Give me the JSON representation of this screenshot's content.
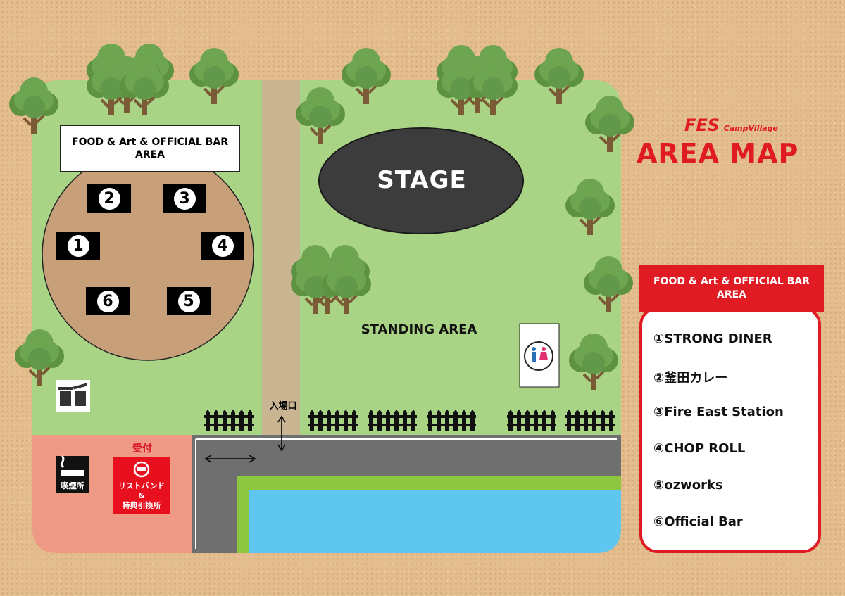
{
  "title": {
    "logo_main": "FES",
    "logo_sub": "CampVillage",
    "heading": "AREA MAP"
  },
  "map": {
    "food_area_label_line1": "FOOD & Art & OFFICIAL BAR",
    "food_area_label_line2": "AREA",
    "stage_label": "STAGE",
    "standing_area_label": "STANDING AREA",
    "entrance_label": "入場口",
    "reception_label": "受付",
    "wristband_line1": "リストバンド",
    "wristband_line2": "&",
    "wristband_line3": "特典引換所",
    "smoking_label": "喫煙所",
    "booths": [
      {
        "num": "2"
      },
      {
        "num": "3"
      },
      {
        "num": "1"
      },
      {
        "num": "4"
      },
      {
        "num": "6"
      },
      {
        "num": "5"
      }
    ],
    "icons": [
      "tree-icon",
      "trash-can-icon",
      "restroom-icon",
      "smoking-icon",
      "fence-icon",
      "double-arrow-icon",
      "no-sign-icon"
    ]
  },
  "legend": {
    "header_line1": "FOOD & Art & OFFICIAL BAR",
    "header_line2": "AREA",
    "items": [
      {
        "label": "①STRONG DINER"
      },
      {
        "label": "②釜田カレー"
      },
      {
        "label": "③Fire East Station"
      },
      {
        "label": "④CHOP ROLL"
      },
      {
        "label": "⑤ozworks"
      },
      {
        "label": "⑥Official Bar"
      }
    ]
  },
  "colors": {
    "sand": "#e3bd8e",
    "grass": "#a9d486",
    "dirt": "#c7a07a",
    "path": "#c9b591",
    "road": "#6f6f70",
    "water": "#5ec6ef",
    "water_edge": "#8dc63f",
    "salmon": "#ef9a86",
    "accent_red": "#e01b24",
    "tree": "#6ea551",
    "trunk": "#7b5a36"
  }
}
